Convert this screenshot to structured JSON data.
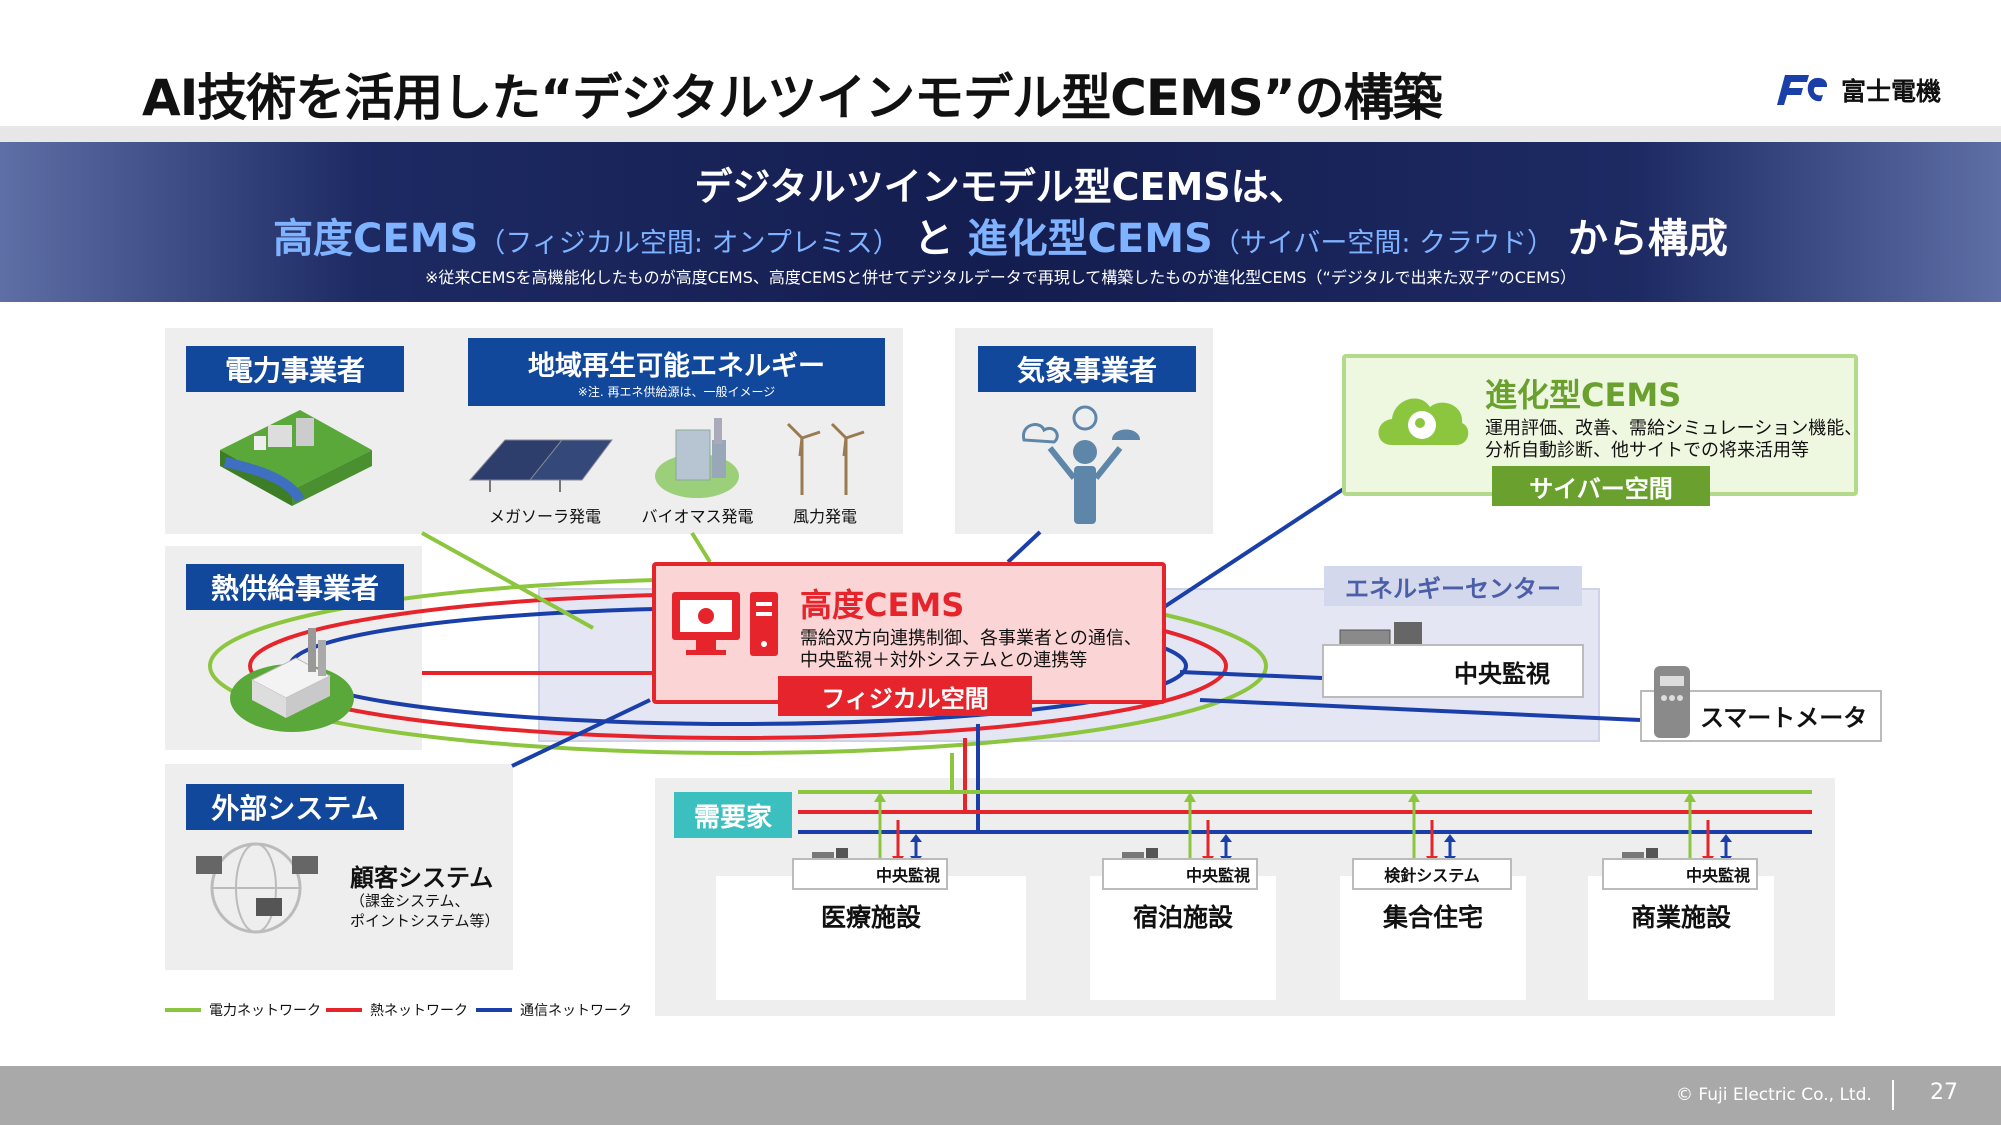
{
  "header": {
    "title": "AI技術を活用した“デジタルツインモデル型CEMS”の構築",
    "logo_text": "富士電機"
  },
  "banner": {
    "line1": "デジタルツインモデル型CEMSは、",
    "line2_a": "高度CEMS",
    "line2_b": "（フィジカル空間: オンプレミス）",
    "line2_c": " と ",
    "line2_d": "進化型CEMS",
    "line2_e": "（サイバー空間: クラウド）",
    "line2_f": " から構成",
    "note": "※従来CEMSを高機能化したものが高度CEMS、高度CEMSと併せてデジタルデータで再現して構築したものが進化型CEMS（“デジタルで出来た双子”のCEMS）"
  },
  "boxes": {
    "power": "電力事業者",
    "renewable": "地域再生可能エネルギー",
    "renewable_note": "※注. 再エネ供給源は、一般イメージ",
    "mega_solar": "メガソーラ発電",
    "biomass": "バイオマス発電",
    "wind": "風力発電",
    "weather": "気象事業者",
    "heat": "熱供給事業者",
    "external": "外部システム",
    "customer_sys": "顧客システム",
    "customer_sys_sub1": "（課金システム、",
    "customer_sys_sub2": "ポイントシステム等）"
  },
  "advanced_cems": {
    "title": "高度CEMS",
    "desc1": "需給双方向連携制御、各事業者との通信、",
    "desc2": "中央監視＋対外システムとの連携等",
    "tag": "フィジカル空間"
  },
  "evolved_cems": {
    "title": "進化型CEMS",
    "desc1": "運用評価、改善、需給シミュレーション機能、",
    "desc2": "分析自動診断、他サイトでの将来活用等",
    "tag": "サイバー空間"
  },
  "energy_center": {
    "title": "エネルギーセンター",
    "central": "中央監視"
  },
  "smart_meter": "スマートメータ",
  "demand": {
    "title": "需要家",
    "sites": [
      {
        "monitor": "中央監視",
        "name": "医療施設"
      },
      {
        "monitor": "中央監視",
        "name": "宿泊施設"
      },
      {
        "monitor": "検針システム",
        "name": "集合住宅"
      },
      {
        "monitor": "中央監視",
        "name": "商業施設"
      }
    ]
  },
  "legend": {
    "power": "電力ネットワーク",
    "heat": "熱ネットワーク",
    "comm": "通信ネットワーク"
  },
  "footer": {
    "copyright": "© Fuji Electric Co., Ltd.",
    "page": "27"
  },
  "colors": {
    "power": "#8cc63f",
    "heat": "#e5242b",
    "comm": "#1a3fa8",
    "navy": "#12489c",
    "teal": "#3bbfbf"
  }
}
